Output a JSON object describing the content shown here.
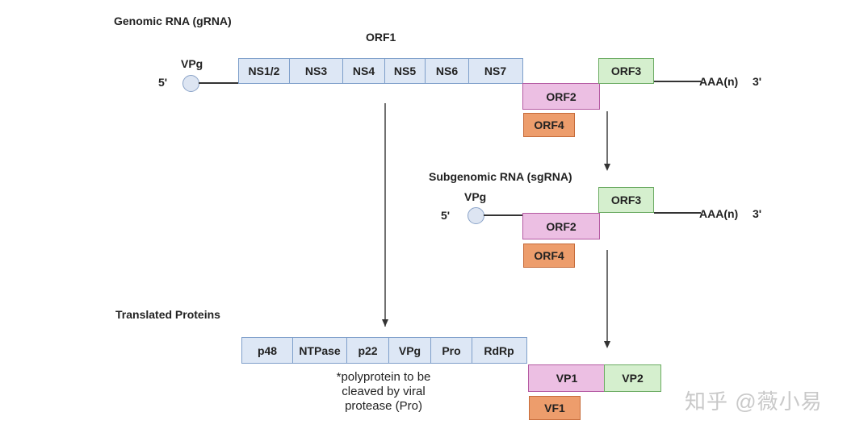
{
  "genomic": {
    "title": "Genomic RNA (gRNA)",
    "orf1_label": "ORF1",
    "five_prime": "5'",
    "three_prime": "3'",
    "vpg": "VPg",
    "polya": "AAA(n)",
    "orf1_segments": [
      "NS1/2",
      "NS3",
      "NS4",
      "NS5",
      "NS6",
      "NS7"
    ],
    "orf2": "ORF2",
    "orf3": "ORF3",
    "orf4": "ORF4"
  },
  "subgenomic": {
    "title": "Subgenomic RNA (sgRNA)",
    "five_prime": "5'",
    "three_prime": "3'",
    "vpg": "VPg",
    "polya": "AAA(n)",
    "orf2": "ORF2",
    "orf3": "ORF3",
    "orf4": "ORF4"
  },
  "proteins": {
    "title": "Translated Proteins",
    "polyprotein": [
      "p48",
      "NTPase",
      "p22",
      "VPg",
      "Pro",
      "RdRp"
    ],
    "note_lines": [
      "*polyprotein to be",
      "cleaved by viral",
      "protease (Pro)"
    ],
    "vp1": "VP1",
    "vp2": "VP2",
    "vf1": "VF1"
  },
  "colors": {
    "nonstructural": "#dde7f5",
    "orf2": "#ecbfe3",
    "orf3": "#d5efce",
    "orf4": "#ed9d6c"
  },
  "watermark": "知乎 @薇小易"
}
